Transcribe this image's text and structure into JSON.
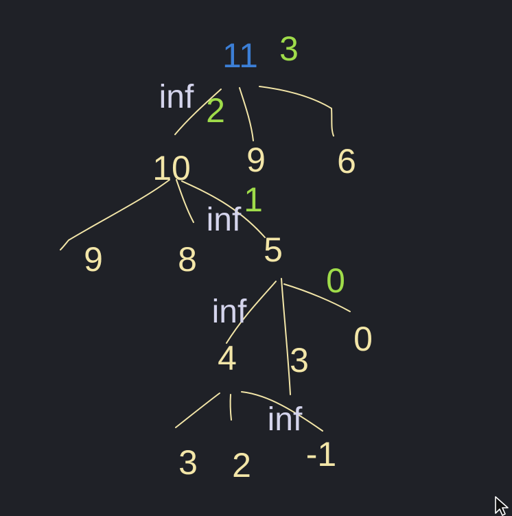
{
  "colors": {
    "background": "#1f2127",
    "node": "#f3e6a8",
    "edge": "#f3e6a8",
    "root": "#3c7fd6",
    "depth": "#9fdc4a",
    "inf": "#d4d4ec"
  },
  "nodes": {
    "root": "11",
    "a": "10",
    "b": "9",
    "c": "6",
    "a1": "9",
    "a2": "8",
    "a3": "5",
    "e1": "4",
    "e2": "3",
    "e3": "0",
    "f1": "3",
    "f2": "2",
    "f3": "-1"
  },
  "depth_labels": {
    "root": "3",
    "a": "2",
    "a3": "1",
    "e3": "0"
  },
  "inf_labels": {
    "a": "inf",
    "a3": "inf",
    "e1": "inf",
    "f3": "inf"
  },
  "icons": {
    "cursor": "mouse-pointer-icon"
  }
}
